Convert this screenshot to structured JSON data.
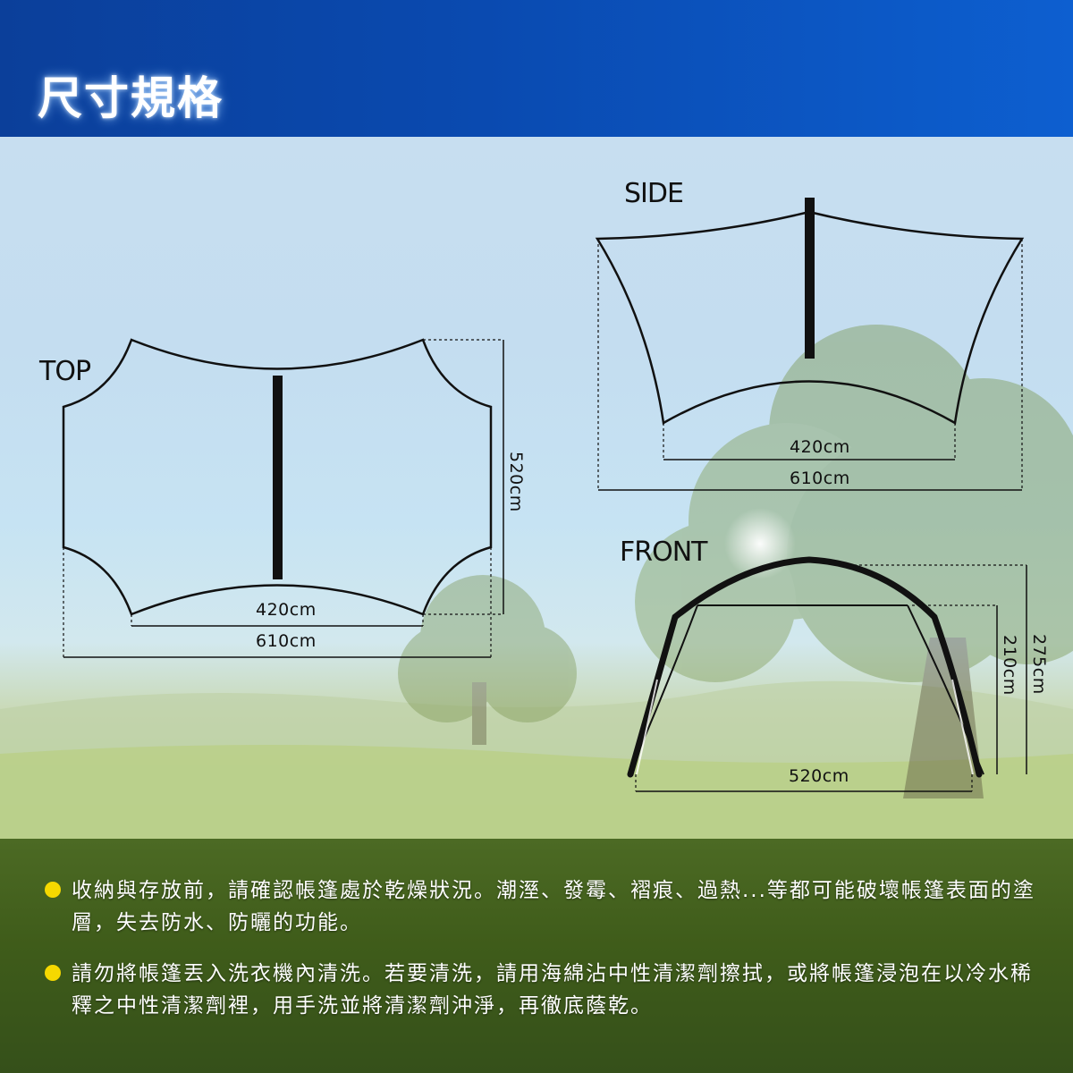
{
  "header": {
    "title": "尺寸規格"
  },
  "views": {
    "top": {
      "label": "TOP",
      "inner_width": "420cm",
      "outer_width": "610cm",
      "depth": "520cm"
    },
    "side": {
      "label": "SIDE",
      "inner_width": "420cm",
      "outer_width": "610cm"
    },
    "front": {
      "label": "FRONT",
      "base_width": "520cm",
      "inner_height": "210cm",
      "outer_height": "275cm"
    }
  },
  "notes": [
    {
      "text": "收納與存放前，請確認帳篷處於乾燥狀況。潮溼、發霉、褶痕、過熱...等都可能破壞帳篷表面的塗層，失去防水、防曬的功能。"
    },
    {
      "text": "請勿將帳篷丟入洗衣機內清洗。若要清洗，請用海綿沾中性清潔劑擦拭，或將帳篷浸泡在以冷水稀釋之中性清潔劑裡，用手洗並將清潔劑沖淨，再徹底蔭乾。"
    }
  ],
  "colors": {
    "header_blue": "#0a4ab0",
    "bullet_yellow": "#f5d800",
    "line": "#111111"
  }
}
